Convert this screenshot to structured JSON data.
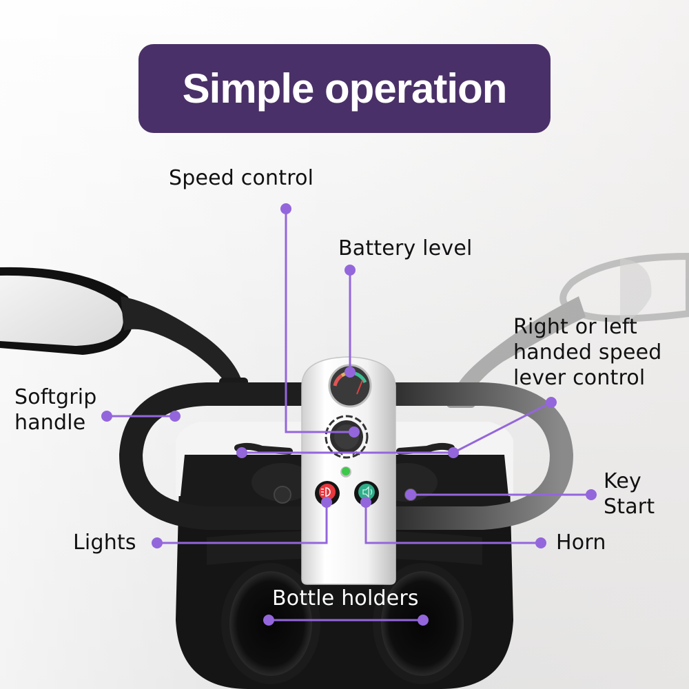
{
  "title": "Simple operation",
  "colors": {
    "title_bg": "#4a3068",
    "title_text": "#ffffff",
    "callout": "#9466dc",
    "label_text": "#111111",
    "lights_button": "#e8383e",
    "horn_button": "#2fae8a",
    "indicator_led": "#3cc84a"
  },
  "callouts": [
    {
      "id": "speed-control",
      "label": "Speed control"
    },
    {
      "id": "battery-level",
      "label": "Battery level"
    },
    {
      "id": "speed-lever",
      "label_lines": [
        "Right or left",
        "handed speed",
        "lever control"
      ]
    },
    {
      "id": "softgrip-handle",
      "label_lines": [
        "Softgrip",
        "handle"
      ]
    },
    {
      "id": "key-start",
      "label_lines": [
        "Key",
        "Start"
      ]
    },
    {
      "id": "lights",
      "label": "Lights"
    },
    {
      "id": "horn",
      "label": "Horn"
    },
    {
      "id": "bottle-holders",
      "label": "Bottle holders"
    }
  ],
  "icons": {
    "lights_button": "headlight-icon",
    "horn_button": "horn-icon",
    "battery_gauge": "battery-gauge-icon",
    "speed_dial": "speed-dial-icon"
  }
}
